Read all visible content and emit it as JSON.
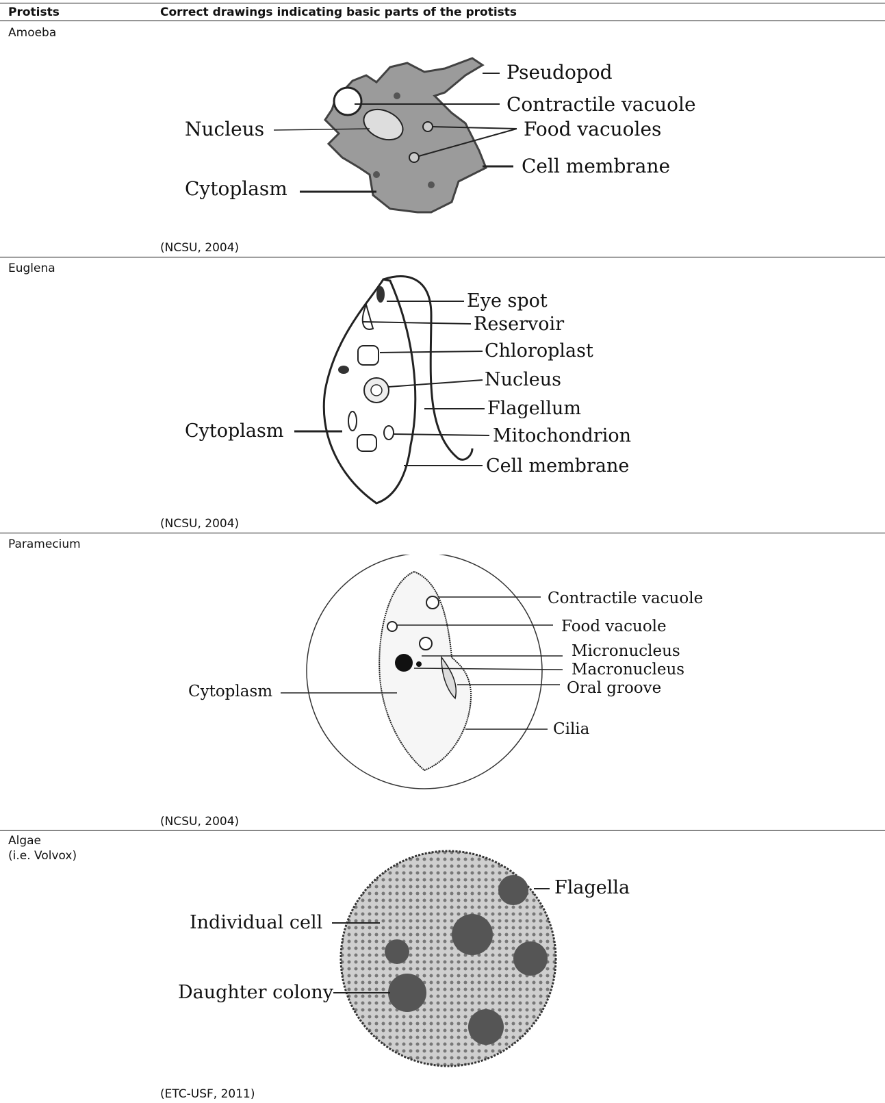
{
  "header": {
    "col1": "Protists",
    "col2": "Correct drawings indicating basic parts of the protists"
  },
  "rows": [
    {
      "name": "Amoeba",
      "citation": "(NCSU, 2004)",
      "labels": [
        "Pseudopod",
        "Contractile vacuole",
        "Nucleus",
        "Food vacuoles",
        "Cell membrane",
        "Cytoplasm"
      ]
    },
    {
      "name": "Euglena",
      "citation": "(NCSU, 2004)",
      "labels": [
        "Eye spot",
        "Reservoir",
        "Chloroplast",
        "Nucleus",
        "Flagellum",
        "Cytoplasm",
        "Mitochondrion",
        "Cell membrane"
      ]
    },
    {
      "name": "Paramecium",
      "citation": "(NCSU, 2004)",
      "labels": [
        "Contractile vacuole",
        "Food vacuole",
        "Micronucleus",
        "Macronucleus",
        "Cytoplasm",
        "Oral groove",
        "Cilia"
      ]
    },
    {
      "name": "Algae\n(i.e. Volvox)",
      "citation": "(ETC-USF, 2011)",
      "labels": [
        "Flagella",
        "Individual cell",
        "Daughter colony"
      ]
    }
  ],
  "colors": {
    "text": "#111111",
    "line": "#111111",
    "cell_fill": "#555555"
  }
}
